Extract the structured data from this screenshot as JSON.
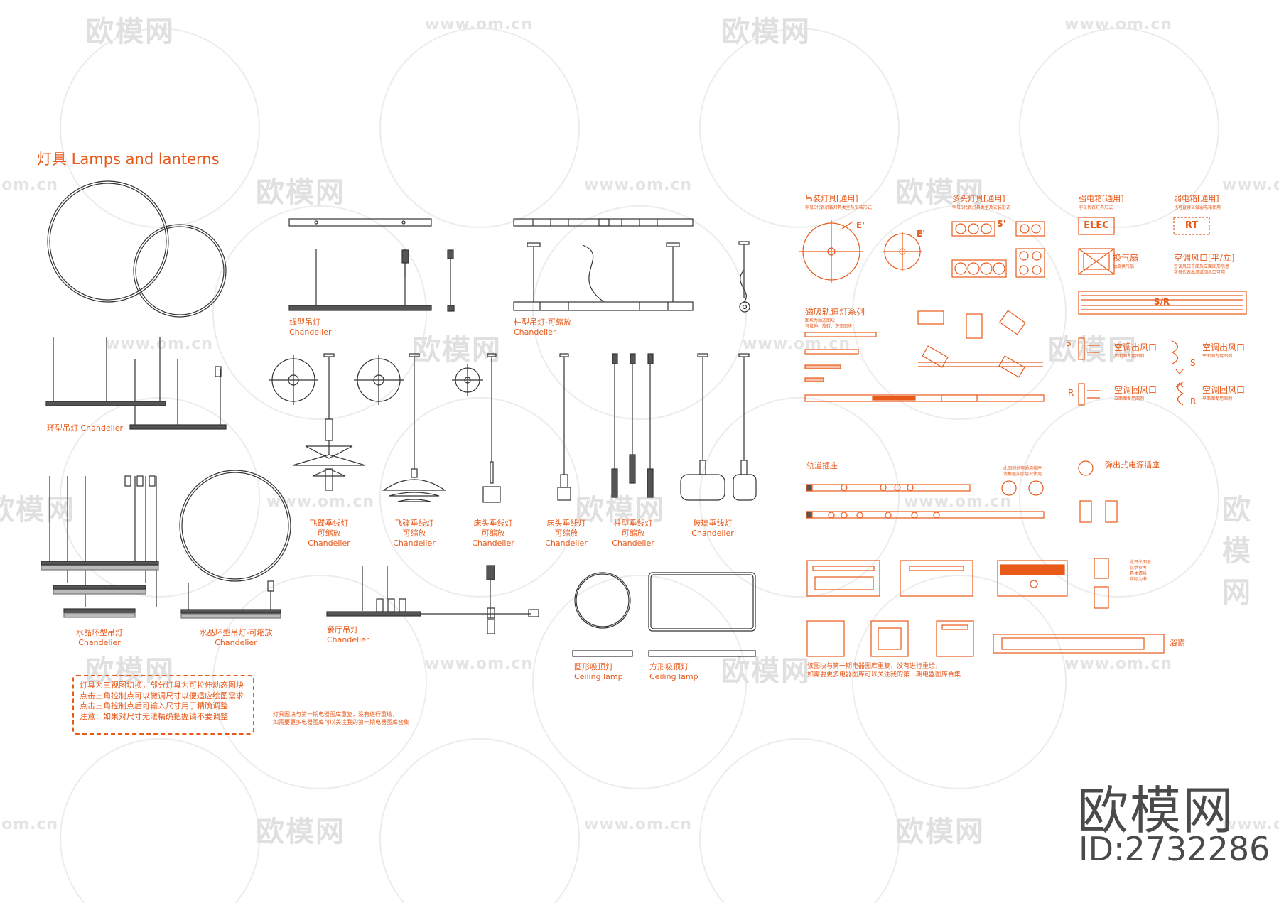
{
  "title": "灯具 Lamps and lanterns",
  "watermark": {
    "brand": "欧模网",
    "url": "www.om.cn",
    "url_short": "om.cn"
  },
  "brand": {
    "name": "欧模网",
    "id": "ID:2732286"
  },
  "labels": {
    "ring_chandelier": "环型吊灯 Chandelier",
    "linear_cn": "线型吊灯",
    "linear_en": "Chandelier",
    "column_cn": "柱型吊灯-可缩放",
    "column_en": "Chandelier",
    "saucer_cn": "飞碟垂线灯",
    "saucer_scale": "可缩放",
    "saucer_en": "Chandelier",
    "saucer2_cn": "飞碟垂线灯",
    "saucer2_scale": "可缩放",
    "saucer2_en": "Chandelier",
    "bedside_cn": "床头垂线灯",
    "bedside_scale": "可缩放",
    "bedside_en": "Chandelier",
    "bedside2_cn": "床头垂线灯",
    "bedside2_scale": "可缩放",
    "bedside2_en": "Chandelier",
    "pillar_cn": "柱型垂线灯",
    "pillar_scale": "可缩放",
    "pillar_en": "Chandelier",
    "glass_cn": "玻璃垂线灯",
    "glass_en": "Chandelier",
    "crystal_cn": "水晶环型吊灯",
    "crystal_en": "Chandelier",
    "crystal2_cn": "水晶环型吊灯-可缩放",
    "crystal2_en": "Chandelier",
    "dining_cn": "餐厅吊灯",
    "dining_en": "Chandelier",
    "round_ceiling_cn": "圆形吸顶灯",
    "round_ceiling_en": "Ceiling lamp",
    "square_ceiling_cn": "方形吸顶灯",
    "square_ceiling_en": "Ceiling lamp"
  },
  "note_box": [
    "灯具为三视图切换，部分灯具为可拉伸动态图块",
    "点击三角控制点可以微调尺寸以便适应绘图需求",
    "点击三角控制点后可输入尺寸用于精确调整",
    "注意：如果对尺寸无法精确把握请不要调整"
  ],
  "note_small": [
    "灯具图块与第一期电器图库重复，没有进行重绘，",
    "如需要更多电器图库可以关注我的第一期电器图库合集"
  ],
  "right": {
    "pendant": {
      "title": "吊装灯具[通用]",
      "desc": "字母E代表吊装灯具类型及安装形式"
    },
    "multi": {
      "title": "多头灯具[通用]",
      "desc": "字母S代表灯具类型及安装形式"
    },
    "strong_box": {
      "title": "强电箱[通用]",
      "desc": "字母代表灯具形式",
      "code": "ELEC"
    },
    "weak_box": {
      "title": "弱电箱[通用]",
      "desc": "也可直接当做弱电箱使用",
      "code": "RT"
    },
    "fan": {
      "title": "换气扇",
      "desc": "轴流换气扇"
    },
    "vent_flat": {
      "title": "空调风口[平/立]",
      "desc1": "空调风口平面及立面图形示意",
      "desc2": "字母代表出风或回风口可用"
    },
    "track": {
      "title": "磁吸轨道灯系列",
      "desc1": "图块为动态图块",
      "desc2": "可拉伸、旋转、逆变图块"
    },
    "sr": "S/R",
    "outlet1": {
      "title": "空调出风口",
      "desc": "立面图专用图例"
    },
    "outlet2": {
      "title": "空调出风口",
      "desc": "平面图专用图例"
    },
    "return1": {
      "title": "空调回风口",
      "desc": "立面图专用图例"
    },
    "return2": {
      "title": "空调回风口",
      "desc": "平面图专用图例"
    },
    "track_socket": "轨道插座",
    "socket_note1": "此图例并非通用插座",
    "socket_note2": "请根据实际情况使用",
    "popup_socket": "弹出式电源插座",
    "appliance_note": [
      "此开关面板",
      "仅供参考",
      "具体请以",
      "实际为准"
    ],
    "repeat_note": [
      "该图块与第一期电器图库重复，没有进行重绘，",
      "如需要更多电器图库可以关注我的第一期电器图库合集"
    ],
    "bath_heater": "浴霸",
    "letters": {
      "E": "E'",
      "S": "S'",
      "S2": "S",
      "R": "R"
    }
  }
}
